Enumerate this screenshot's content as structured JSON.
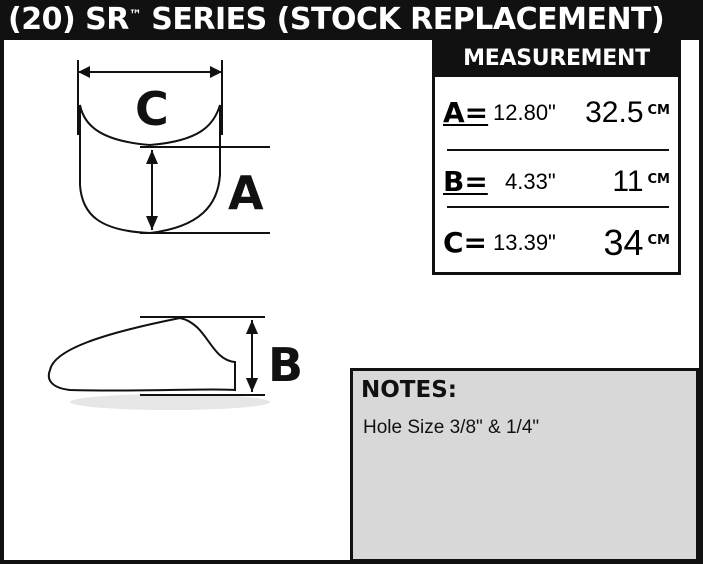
{
  "title": {
    "prefix": "(20) SR",
    "trademark": "™",
    "suffix": " SERIES  (STOCK REPLACEMENT)"
  },
  "measurement": {
    "heading": "MEASUREMENT",
    "rows": [
      {
        "label": "A=",
        "inches": "12.80\"",
        "cm": "32.5",
        "unit": "CM"
      },
      {
        "label": "B=",
        "inches": "4.33\"",
        "cm": "11",
        "unit": "CM"
      },
      {
        "label": "C=",
        "inches": "13.39\"",
        "cm": "34",
        "unit": "CM"
      }
    ]
  },
  "diagram": {
    "label_a": "A",
    "label_b": "B",
    "label_c": "C"
  },
  "notes": {
    "heading": "NOTES:",
    "text": "Hole Size 3/8\" & 1/4\""
  }
}
